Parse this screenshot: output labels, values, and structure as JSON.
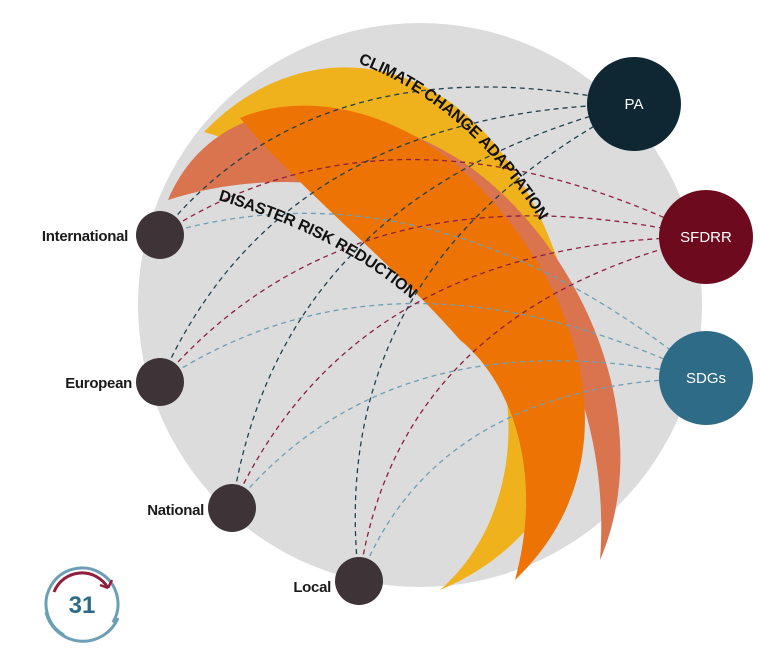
{
  "diagram": {
    "bands": [
      {
        "id": "cca",
        "label": "CLIMATE CHANGE ADAPTATION"
      },
      {
        "id": "drr",
        "label": "DISASTER RISK REDUCTION"
      }
    ],
    "levels": [
      {
        "id": "international",
        "label": "International"
      },
      {
        "id": "european",
        "label": "European"
      },
      {
        "id": "national",
        "label": "National"
      },
      {
        "id": "local",
        "label": "Local"
      }
    ],
    "frameworks": [
      {
        "id": "pa",
        "label": "PA",
        "color": "#0f2733"
      },
      {
        "id": "sfdrr",
        "label": "SFDRR",
        "color": "#6e0a1e"
      },
      {
        "id": "sdgs",
        "label": "SDGs",
        "color": "#2e6b87"
      }
    ],
    "colors": {
      "background_circle": "#dcdcdc",
      "band_yellow": "#f0b21c",
      "band_orange": "#ec7304",
      "band_rust": "#d9744f",
      "node_level": "#3e3438",
      "link_pa": "#22414d",
      "link_sfdrr": "#8e1f3e",
      "link_sdgs": "#6c9fb6"
    }
  },
  "page": {
    "number": "31",
    "badge_colors": {
      "text": "#2e6b87",
      "arc_red": "#8e1f3e",
      "arc_blue": "#6c9fb6"
    }
  }
}
